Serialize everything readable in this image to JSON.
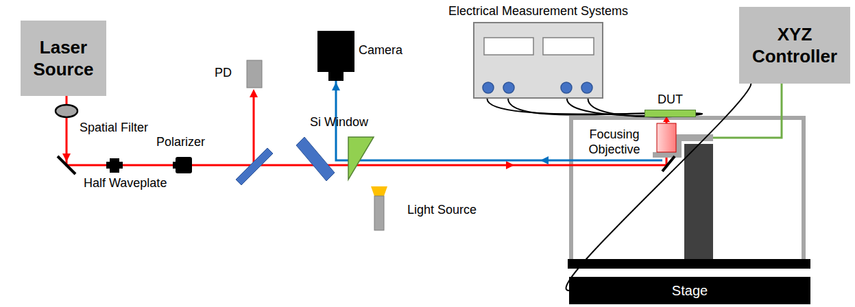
{
  "diagram": {
    "nodes": [
      {
        "text": [
          "Laser Source"
        ]
      },
      {
        "text": [
          "Electrical Measurement Systems"
        ]
      },
      {
        "text": [
          "DUT"
        ]
      },
      {
        "text": [
          "XYZ Controller"
        ]
      },
      {
        "text": [
          "Stage"
        ]
      }
    ],
    "edges": [
      {
        "from": 1,
        "to": 2,
        "arrow": "none"
      },
      {
        "from": 1,
        "to": 2,
        "arrow": "none"
      },
      {
        "from": 1,
        "to": 2,
        "arrow": "none"
      },
      {
        "from": 1,
        "to": 2,
        "arrow": "none"
      },
      {
        "from": 3,
        "to": 4,
        "arrow": "none"
      }
    ],
    "labels": [
      "Spatial Filter",
      "PD",
      "Camera",
      "Half Waveplate",
      "Polarizer",
      "Si Window",
      "Light Source",
      "Focusing Objective"
    ]
  }
}
